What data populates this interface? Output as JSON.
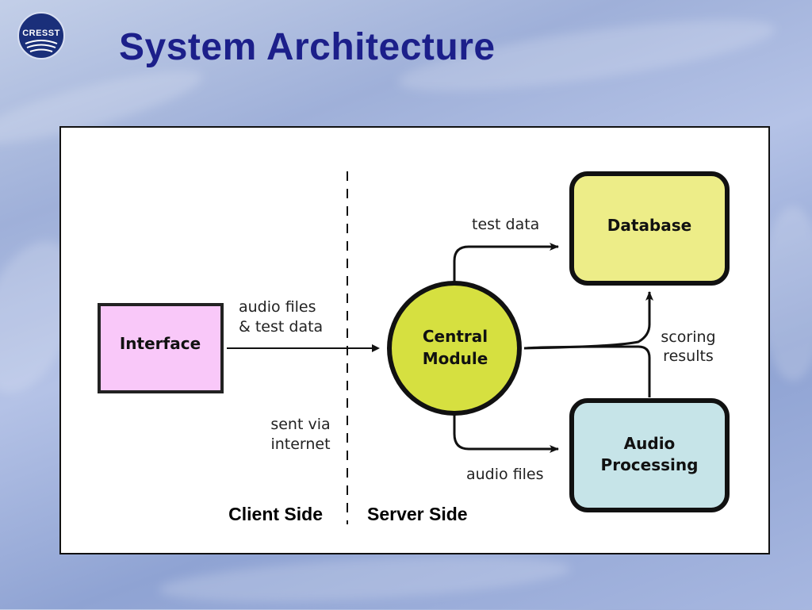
{
  "title": "System Architecture",
  "logo": {
    "text": "CRESST"
  },
  "diagram": {
    "nodes": {
      "interface": {
        "label": "Interface",
        "fill": "#f9c8f9"
      },
      "central": {
        "label_lines": [
          "Central",
          "Module"
        ],
        "fill": "#d6e040"
      },
      "database": {
        "label": "Database",
        "fill": "#eded88"
      },
      "audio": {
        "label_lines": [
          "Audio",
          "Processing"
        ],
        "fill": "#c6e4e8"
      }
    },
    "edges": {
      "audio_test": {
        "lines": [
          "audio files",
          "& test data"
        ]
      },
      "test_data": {
        "label": "test data"
      },
      "audio_files": {
        "label": "audio files"
      },
      "scoring": {
        "lines": [
          "scoring",
          "results"
        ]
      }
    },
    "annotation": {
      "lines": [
        "sent via",
        "internet"
      ]
    },
    "sides": {
      "client": "Client Side",
      "server": "Server Side"
    }
  }
}
